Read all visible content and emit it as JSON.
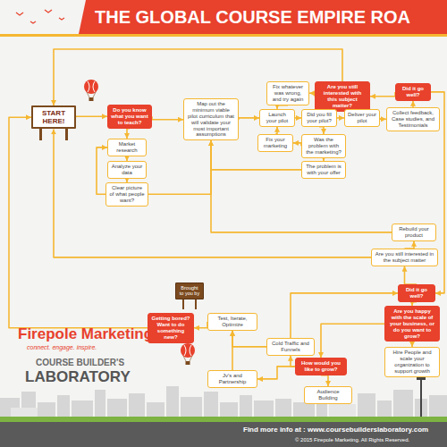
{
  "diagram": {
    "title": "THE GLOBAL COURSE EMPIRE ROA",
    "nodes": [
      {
        "text": [
          "START HERE!"
        ]
      },
      {
        "text": [
          "Do you know what you want to teach?"
        ]
      },
      {
        "text": [
          "Market research"
        ]
      },
      {
        "text": [
          "Analyze your data"
        ]
      },
      {
        "text": [
          "Clear picture of what people want?"
        ]
      },
      {
        "text": [
          "Map out the minimum viable pilot curriculum that will validate your most important assumptions"
        ]
      },
      {
        "text": [
          "Launch your pilot"
        ]
      },
      {
        "text": [
          "Fix whatever was wrong, and try again"
        ]
      },
      {
        "text": [
          "Are you still interested with this subject matter?"
        ]
      },
      {
        "text": [
          "Did it go well?"
        ]
      },
      {
        "text": [
          "Did you fill your pilot?"
        ]
      },
      {
        "text": [
          "Deliver your pilot"
        ]
      },
      {
        "text": [
          "Collect feedback, Case studies, and Testimonials"
        ]
      },
      {
        "text": [
          "Fix your marketing"
        ]
      },
      {
        "text": [
          "Was the problem with the marketing?"
        ]
      },
      {
        "text": [
          "The problem is with your offer"
        ]
      },
      {
        "text": [
          "Rebuild your product"
        ]
      },
      {
        "text": [
          "Are you still interested in the subject matter"
        ]
      },
      {
        "text": [
          "Did it go well?"
        ]
      },
      {
        "text": [
          "Are you happy with the scale of your business, or do you want to grow?"
        ]
      },
      {
        "text": [
          "Hire People and scale your organization to support growth"
        ]
      },
      {
        "text": [
          "Getting bored? Want to do something new?"
        ]
      },
      {
        "text": [
          "Test, Iterate, Optimize"
        ]
      },
      {
        "text": [
          "Cold Traffic and Funnels"
        ]
      },
      {
        "text": [
          "How would you like to grow?"
        ]
      },
      {
        "text": [
          "Jv's and Partnership"
        ]
      },
      {
        "text": [
          "Audience Building"
        ]
      },
      {
        "text": [
          "Brought to you by"
        ]
      }
    ],
    "edges": [
      {
        "from": 0,
        "to": 1,
        "arrow": "to"
      },
      {
        "from": 1,
        "to": 5,
        "arrow": "to"
      },
      {
        "from": 1,
        "to": 2,
        "arrow": "to"
      },
      {
        "from": 2,
        "to": 3,
        "arrow": "to"
      },
      {
        "from": 3,
        "to": 4,
        "arrow": "to"
      },
      {
        "from": 4,
        "to": 5,
        "arrow": "to"
      },
      {
        "from": 4,
        "to": 2,
        "arrow": "to"
      },
      {
        "from": 5,
        "to": 6,
        "arrow": "to"
      },
      {
        "from": 6,
        "to": 10,
        "arrow": "to"
      },
      {
        "from": 10,
        "to": 11,
        "arrow": "to"
      },
      {
        "from": 11,
        "to": 12,
        "arrow": "to"
      },
      {
        "from": 10,
        "to": 14,
        "arrow": "to"
      },
      {
        "from": 14,
        "to": 13,
        "arrow": "to"
      },
      {
        "from": 13,
        "to": 6,
        "arrow": "to"
      },
      {
        "from": 14,
        "to": 15,
        "arrow": "to"
      },
      {
        "from": 15,
        "to": 5,
        "arrow": "to"
      },
      {
        "from": 12,
        "to": 9,
        "arrow": "to"
      },
      {
        "from": 9,
        "to": 8,
        "arrow": "to"
      },
      {
        "from": 8,
        "to": 7,
        "arrow": "to"
      },
      {
        "from": 7,
        "to": 6,
        "arrow": "to"
      },
      {
        "from": 8,
        "to": 0,
        "arrow": "to"
      },
      {
        "from": 9,
        "to": 18,
        "arrow": "to"
      },
      {
        "from": 18,
        "to": 19,
        "arrow": "to"
      },
      {
        "from": 18,
        "to": 17,
        "arrow": "to"
      },
      {
        "from": 17,
        "to": 16,
        "arrow": "to"
      },
      {
        "from": 16,
        "to": 5,
        "arrow": "to"
      },
      {
        "from": 17,
        "to": 0,
        "arrow": "to"
      },
      {
        "from": 19,
        "to": 24,
        "arrow": "to"
      },
      {
        "from": 19,
        "to": 20,
        "arrow": "to"
      },
      {
        "from": 24,
        "to": 23,
        "arrow": "to"
      },
      {
        "from": 24,
        "to": 25,
        "arrow": "to"
      },
      {
        "from": 24,
        "to": 26,
        "arrow": "to"
      },
      {
        "from": 23,
        "to": 22,
        "arrow": "to"
      },
      {
        "from": 25,
        "to": 22,
        "arrow": "to"
      },
      {
        "from": 22,
        "to": 21,
        "arrow": "to"
      },
      {
        "from": 21,
        "to": 0,
        "arrow": "to"
      },
      {
        "from": 23,
        "to": 18,
        "arrow": "to"
      }
    ],
    "labels": [
      "Firepole Marketing",
      "connect. engage. inspire.",
      "COURSE BUILDER'S",
      "LABORATORY",
      "Find more info at : www.coursebuilderslaboratory.com",
      "© 2015 Firepole Marketing. All Rights Reserved."
    ]
  }
}
